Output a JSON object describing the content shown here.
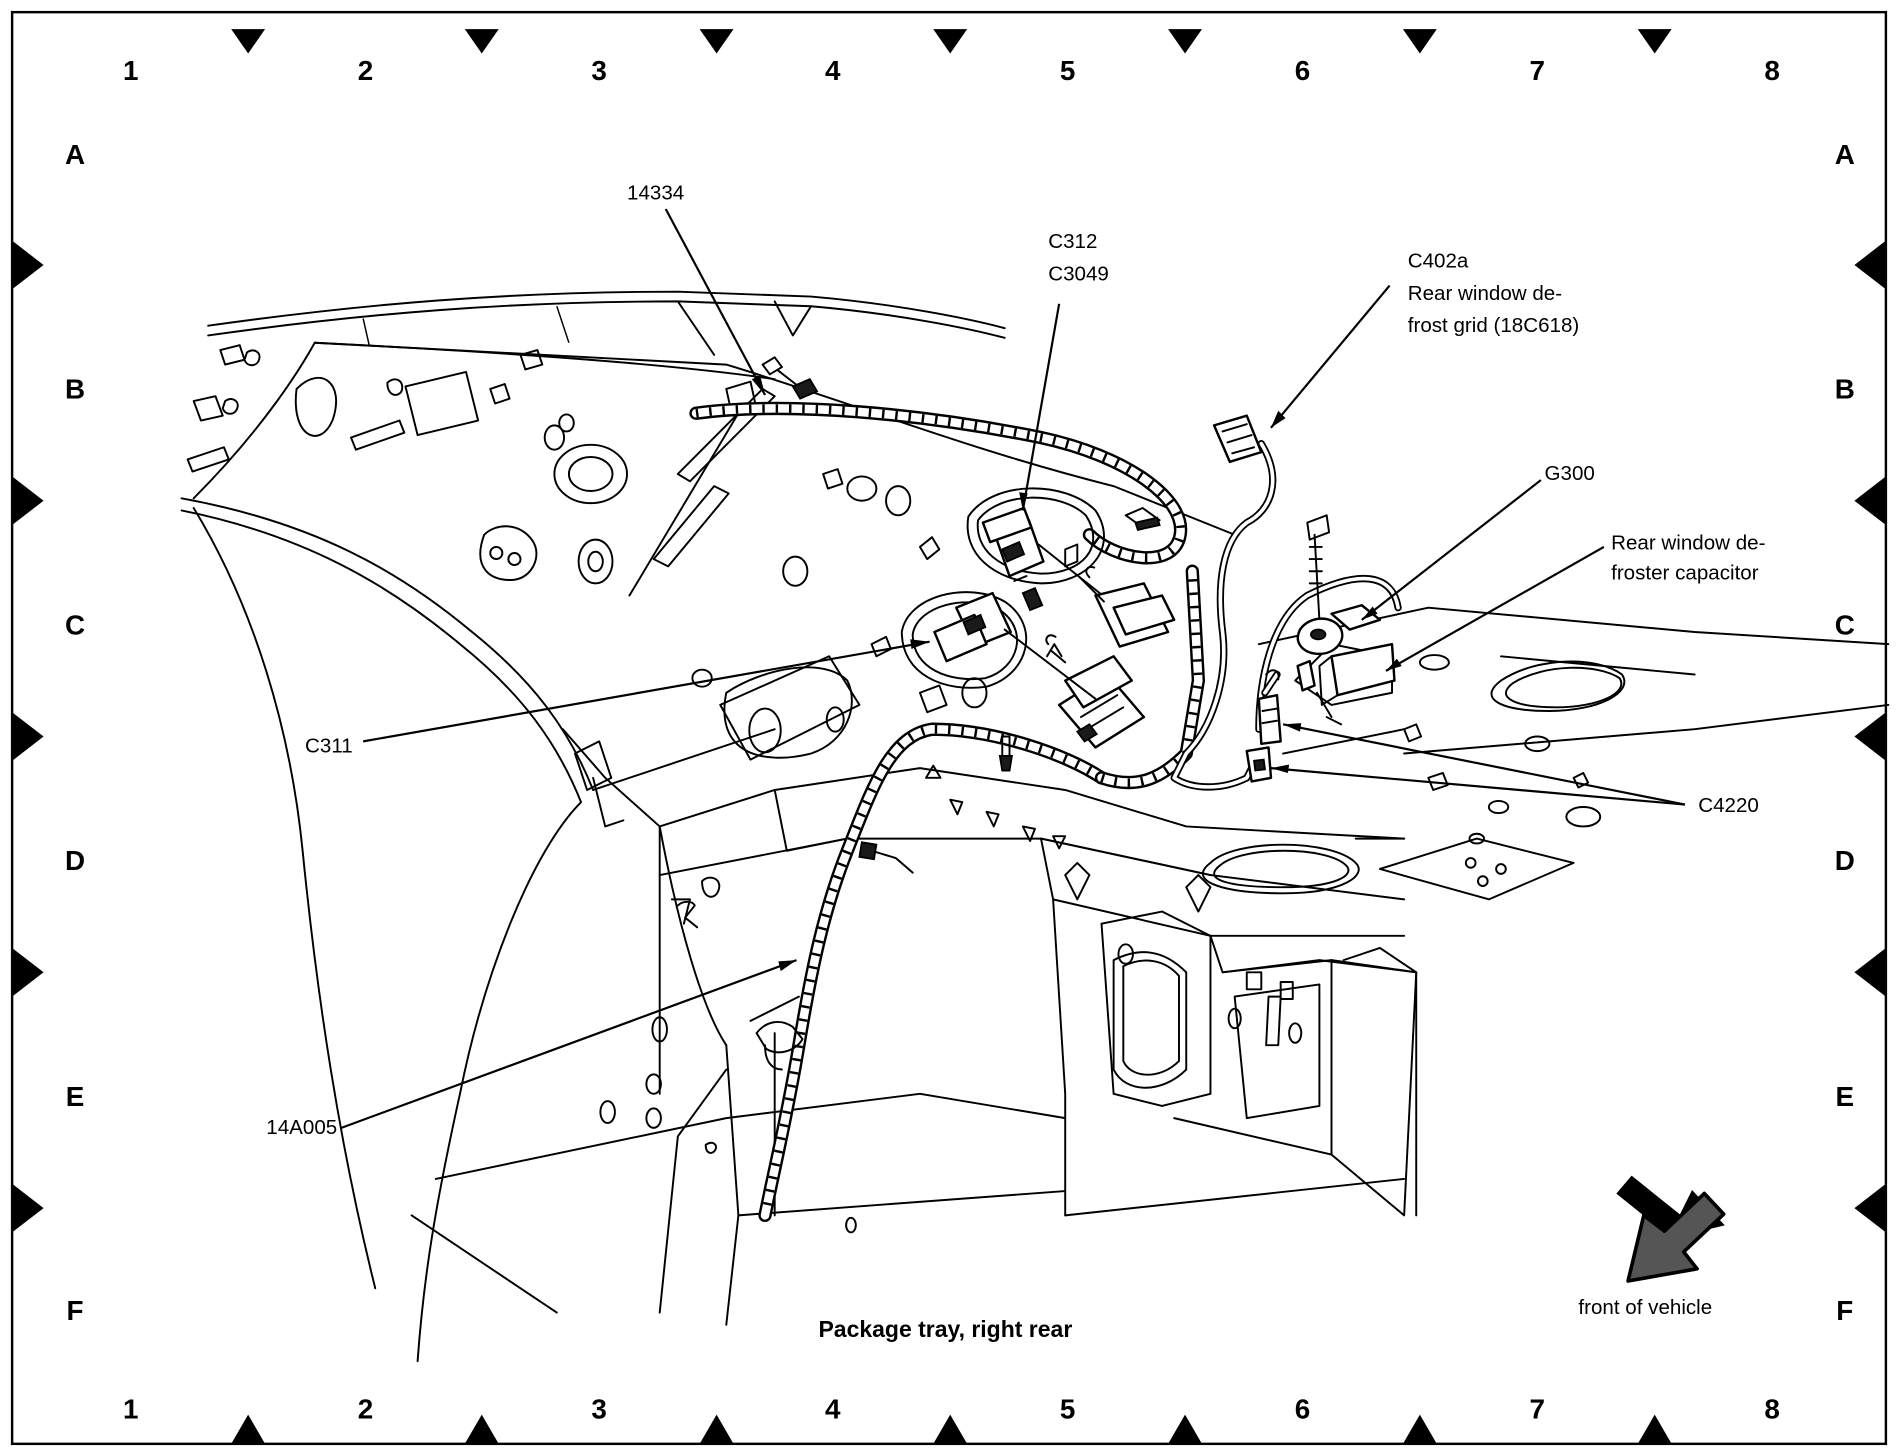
{
  "grid": {
    "columns": [
      "1",
      "2",
      "3",
      "4",
      "5",
      "6",
      "7",
      "8"
    ],
    "rows": [
      "A",
      "B",
      "C",
      "D",
      "E",
      "F"
    ]
  },
  "callouts": {
    "harness_14334": "14334",
    "c312": "C312",
    "c3049": "C3049",
    "c402a": "C402a",
    "rear_defrost_grid_line1": "Rear window de-",
    "rear_defrost_grid_line2": "frost grid (18C618)",
    "g300": "G300",
    "capacitor_line1": "Rear window de-",
    "capacitor_line2": "froster capacitor",
    "c311": "C311",
    "c4220": "C4220",
    "harness_14a005": "14A005",
    "front_of_vehicle": "front of vehicle"
  },
  "caption": "Package tray, right rear"
}
